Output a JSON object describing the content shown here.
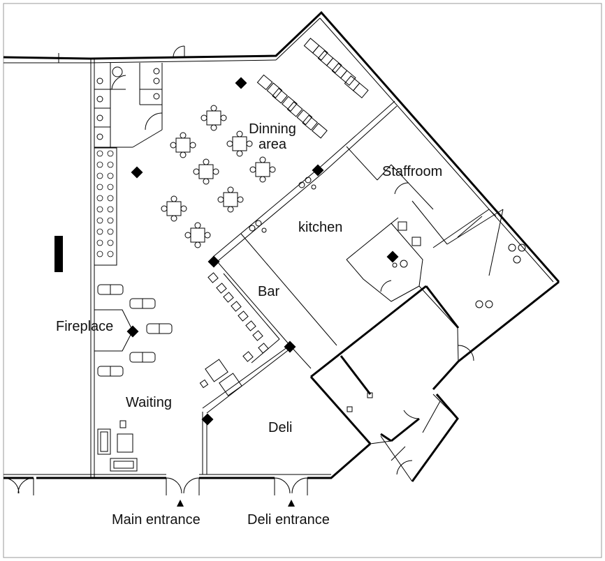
{
  "rooms": {
    "dining": "Dinning\narea",
    "staffroom": "Staffroom",
    "kitchen": "kitchen",
    "bar": "Bar",
    "fireplace": "Fireplace",
    "waiting": "Waiting",
    "deli": "Deli"
  },
  "entrances": {
    "main": "Main entrance",
    "deli": "Deli entrance"
  },
  "colors": {
    "line": "#000000",
    "background": "#ffffff"
  }
}
